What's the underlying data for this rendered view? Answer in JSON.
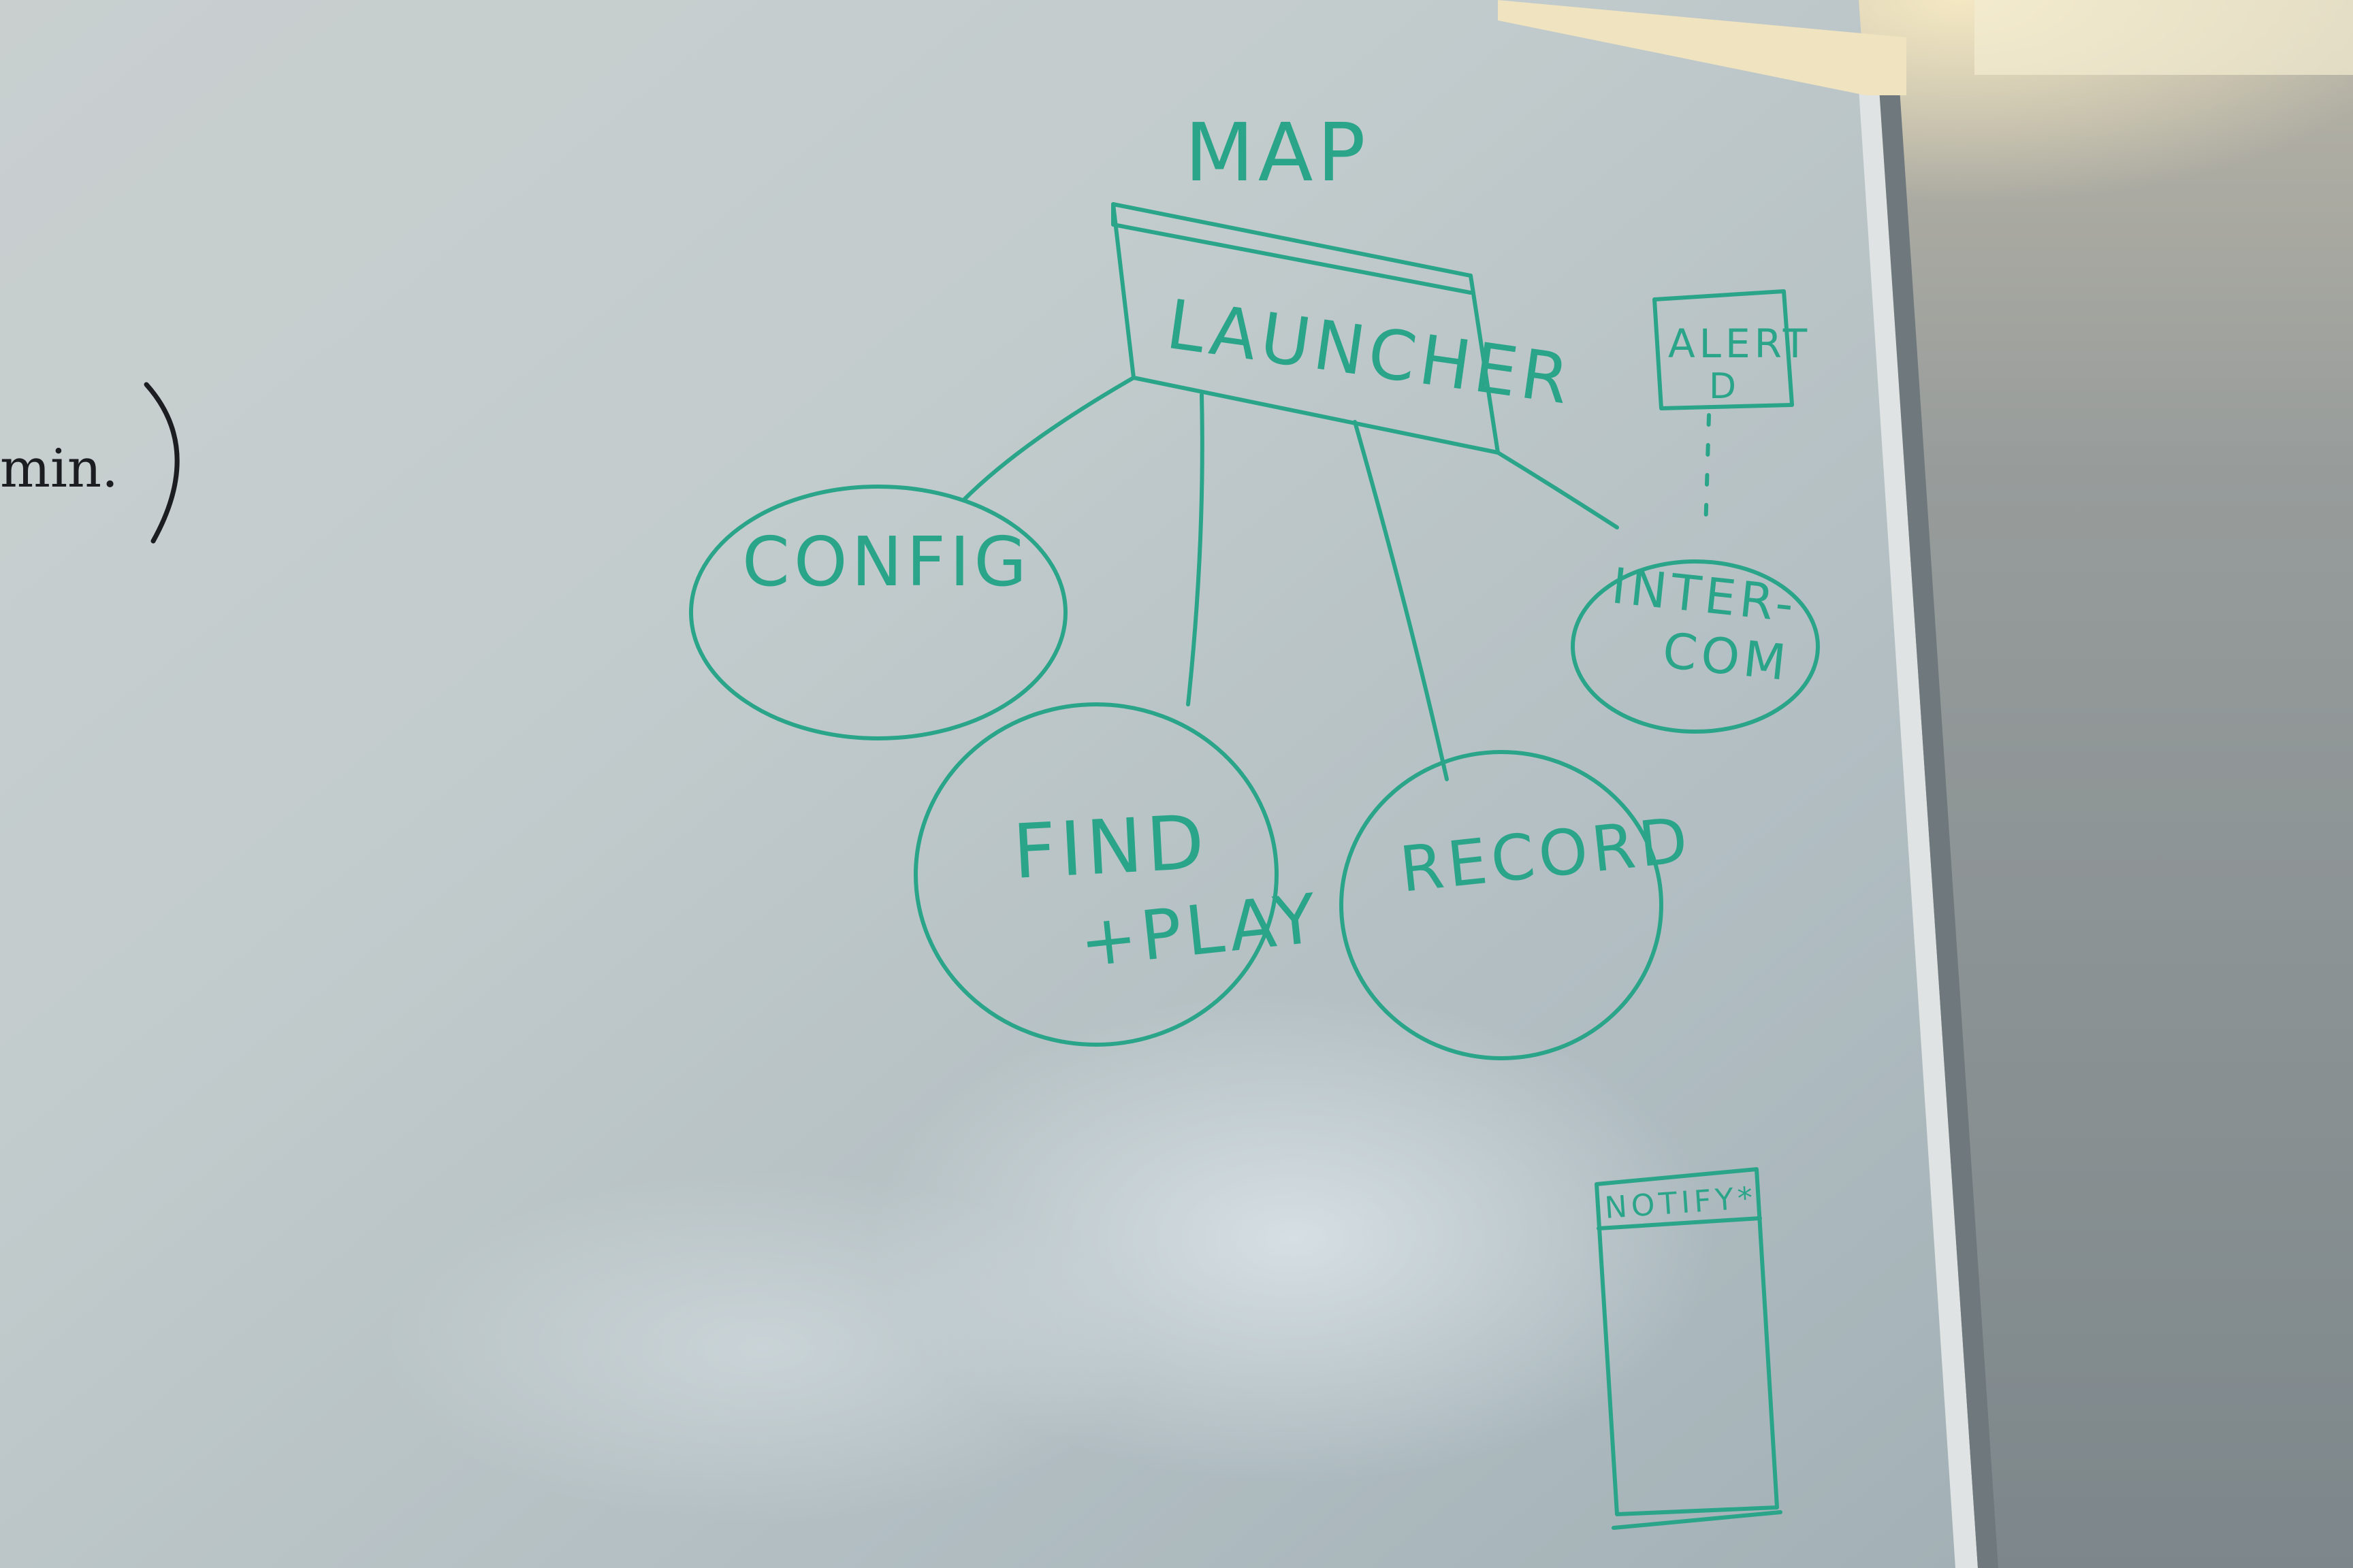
{
  "whiteboard": {
    "left_note": "min.",
    "title": "MAP",
    "root": {
      "label": "LAUNCHER"
    },
    "nodes": [
      {
        "id": "config",
        "lines": [
          "CONFIG"
        ]
      },
      {
        "id": "find-play",
        "lines": [
          "FIND",
          "+PLAY"
        ]
      },
      {
        "id": "record",
        "lines": [
          "RECORD"
        ]
      },
      {
        "id": "intercom",
        "lines": [
          "INTER-",
          "COM"
        ]
      }
    ],
    "alert_box": {
      "lines": [
        "ALERT",
        "D"
      ]
    },
    "notify_box": {
      "label": "NOTIFY*"
    }
  },
  "colors": {
    "marker": "#2aa58a",
    "ink": "#1b1d20",
    "board": "#b9c4c6",
    "wall": "#8c969a"
  }
}
